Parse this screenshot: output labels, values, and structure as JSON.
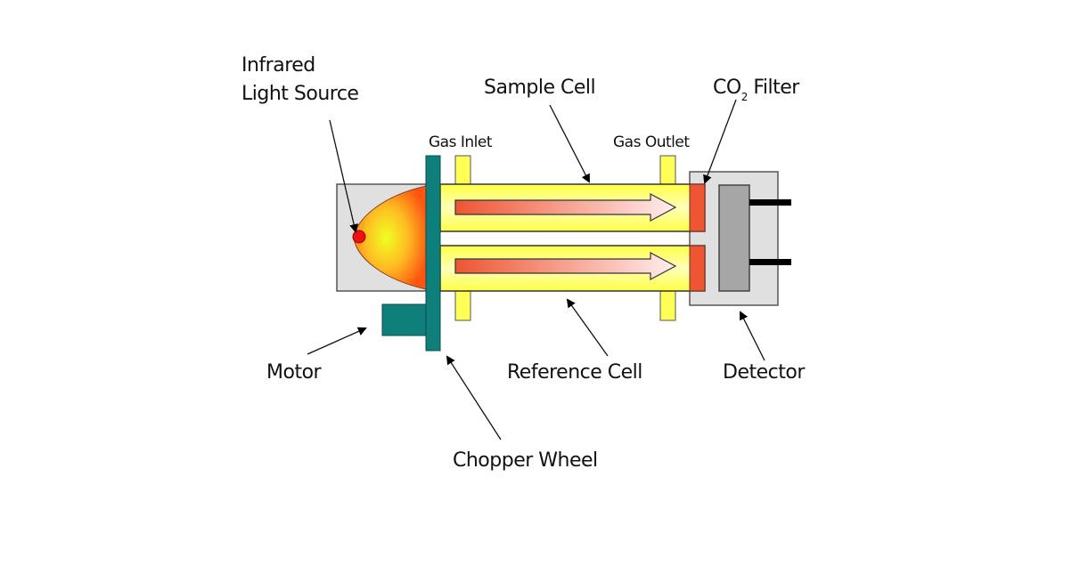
{
  "labels": {
    "infrared_line1": "Infrared",
    "infrared_line2": "Light Source",
    "sample_cell": "Sample Cell",
    "co2_filter": {
      "main": "CO",
      "sub": "2",
      "rest": " Filter"
    },
    "gas_inlet": "Gas Inlet",
    "gas_outlet": "Gas Outlet",
    "motor": "Motor",
    "reference_cell": "Reference Cell",
    "detector": "Detector",
    "chopper_wheel": "Chopper Wheel"
  },
  "colors": {
    "chopper": "#0f7f7c",
    "cell_yellow": "#ffff33",
    "filter_red": "#ee5533",
    "housing_gray": "#e0e0e0",
    "detector_gray": "#a6a6a6"
  }
}
